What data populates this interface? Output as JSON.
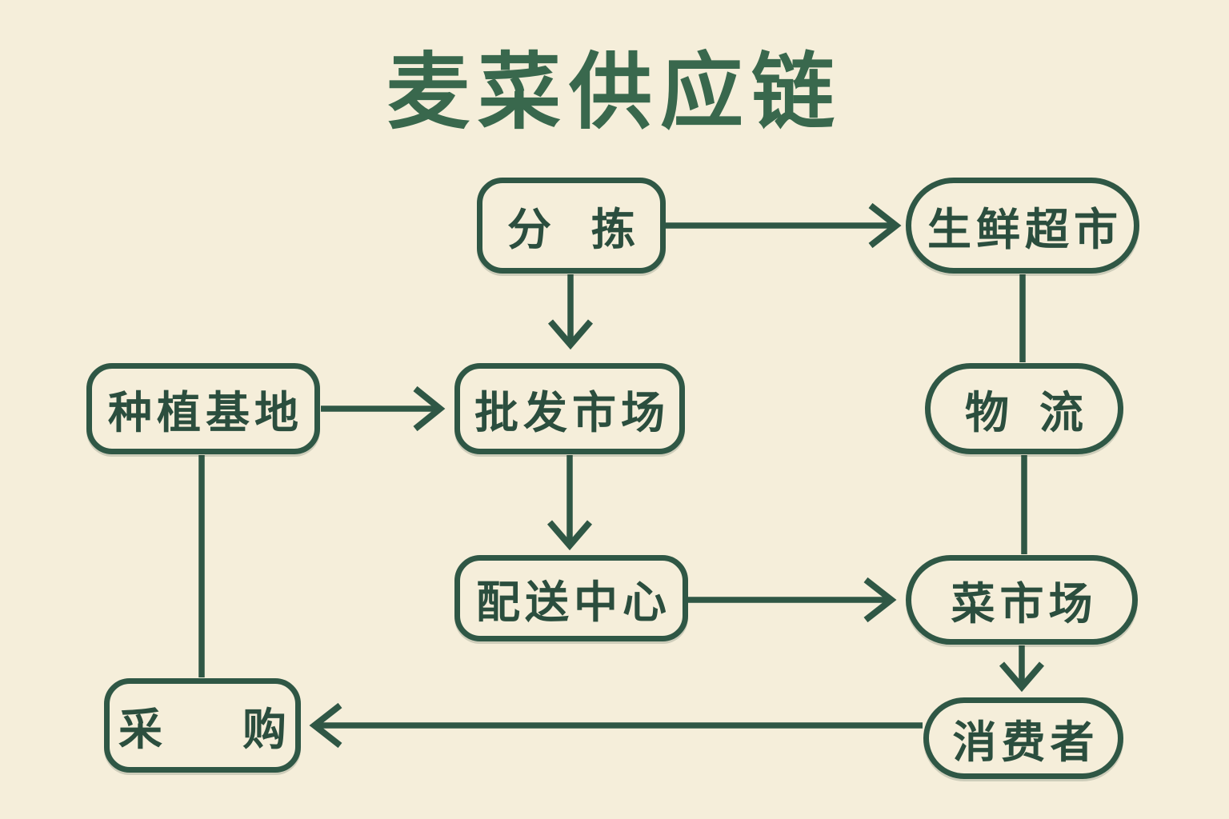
{
  "title": "麦菜供应链",
  "colors": {
    "background": "#f5eeda",
    "line": "#2f5745",
    "node_text": "#2b4e3e",
    "title_text": "#39684d"
  },
  "diagram": {
    "nodes": {
      "fenjian": {
        "label": "分拣",
        "shape": "rounded-rect"
      },
      "shengxian": {
        "label": "生鲜超市",
        "shape": "pill"
      },
      "zhongzhi": {
        "label": "种植基地",
        "shape": "rounded-rect"
      },
      "pifa": {
        "label": "批发市场",
        "shape": "rounded-rect"
      },
      "wuliu": {
        "label": "物流",
        "shape": "pill"
      },
      "peisong": {
        "label": "配送中心",
        "shape": "rounded-rect"
      },
      "caishichang": {
        "label": "菜市场",
        "shape": "pill"
      },
      "xiaofeizhe": {
        "label": "消费者",
        "shape": "pill"
      },
      "caigou": {
        "label": "采购",
        "shape": "rounded-rect"
      }
    },
    "edges": [
      {
        "from": "分拣",
        "to": "生鲜超市",
        "arrow": true,
        "direction": "right"
      },
      {
        "from": "分拣",
        "to": "批发市场",
        "arrow": true,
        "direction": "down"
      },
      {
        "from": "种植基地",
        "to": "批发市场",
        "arrow": true,
        "direction": "right"
      },
      {
        "from": "批发市场",
        "to": "配送中心",
        "arrow": true,
        "direction": "down"
      },
      {
        "from": "配送中心",
        "to": "菜市场",
        "arrow": true,
        "direction": "right"
      },
      {
        "from": "生鲜超市",
        "to": "物流",
        "arrow": false,
        "direction": "down"
      },
      {
        "from": "物流",
        "to": "菜市场",
        "arrow": false,
        "direction": "down"
      },
      {
        "from": "菜市场",
        "to": "消费者",
        "arrow": true,
        "direction": "down"
      },
      {
        "from": "消费者",
        "to": "采购",
        "arrow": true,
        "direction": "left"
      },
      {
        "from": "种植基地",
        "to": "采购",
        "arrow": false,
        "direction": "down"
      }
    ]
  }
}
